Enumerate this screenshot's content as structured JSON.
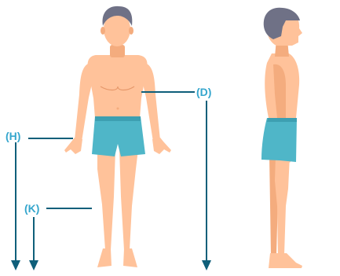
{
  "colors": {
    "skin": "#ffc29a",
    "skin_shade": "#f4ac7e",
    "skin_line": "#e6986b",
    "hair": "#6f7186",
    "shorts": "#4fb6c8",
    "shorts_shade": "#3d9fb1",
    "measure": "#0f5f7a",
    "label": "#35a6cd"
  },
  "labels": {
    "h": "(H)",
    "d": "(D)",
    "k": "(K)"
  },
  "figures": {
    "front": "front-view-figure",
    "side": "side-view-figure"
  }
}
